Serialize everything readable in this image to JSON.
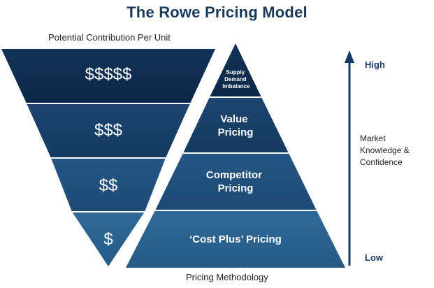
{
  "title": "The Rowe Pricing Model",
  "left_caption": "Potential Contribution Per Unit",
  "bottom_caption": "Pricing Methodology",
  "contribution_levels": [
    "$$$$$",
    "$$$",
    "$$",
    "$"
  ],
  "methodologies": [
    {
      "lines": [
        "Supply",
        "Demand",
        "Imbalance"
      ]
    },
    {
      "lines": [
        "Value",
        "Pricing"
      ]
    },
    {
      "lines": [
        "Competitor",
        "Pricing"
      ]
    },
    {
      "lines": [
        "‘Cost Plus’ Pricing"
      ]
    }
  ],
  "axis": {
    "high": "High",
    "low": "Low",
    "label_lines": [
      "Market",
      "Knowledge &",
      "Confidence"
    ],
    "arrow_icon": "up-arrow-icon"
  },
  "colors": {
    "title": "#1a3a5c",
    "level_1": "#0e2c4e",
    "level_2": "#163d64",
    "level_3": "#1f5078",
    "level_4": "#29628a",
    "divider": "#ffffff",
    "arrow": "#123a66"
  }
}
